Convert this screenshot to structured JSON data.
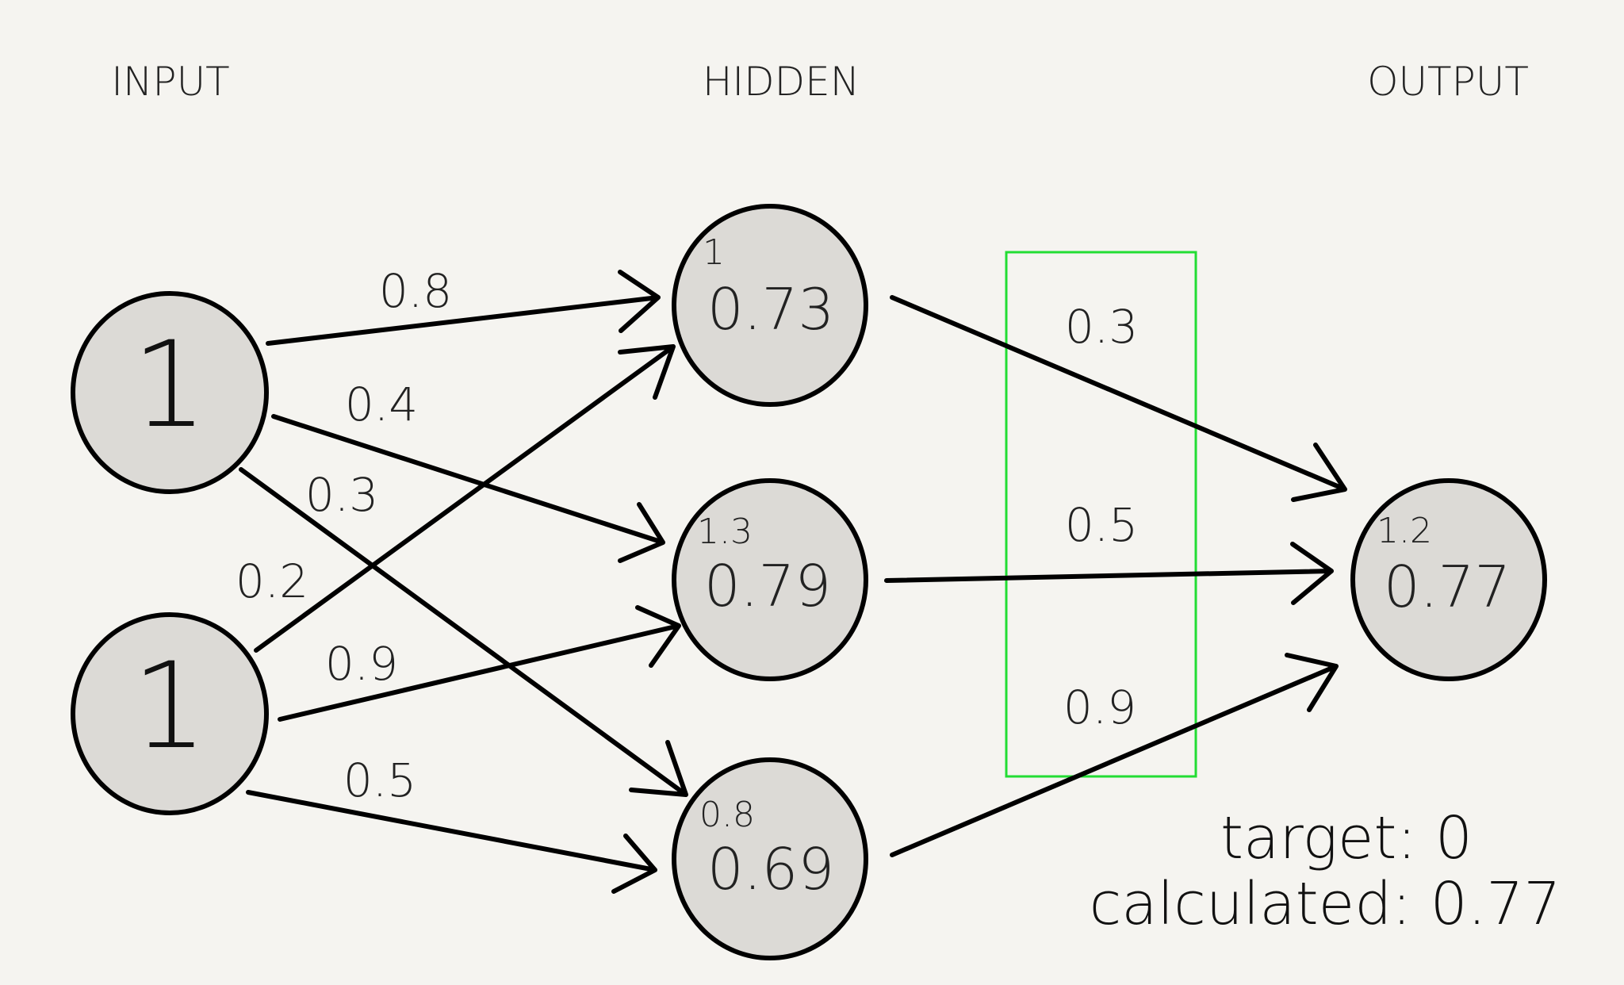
{
  "layers": {
    "input": "INPUT",
    "hidden": "HIDDEN",
    "output": "OUTPUT"
  },
  "inputs": [
    {
      "value": "1"
    },
    {
      "value": "1"
    }
  ],
  "hidden": [
    {
      "sum": "1",
      "activation": "0.73"
    },
    {
      "sum": "1.3",
      "activation": "0.79"
    },
    {
      "sum": "0.8",
      "activation": "0.69"
    }
  ],
  "output": {
    "sum": "1.2",
    "activation": "0.77"
  },
  "weights_input_hidden": {
    "i1_h1": "0.8",
    "i1_h2": "0.4",
    "i1_h3": "0.3",
    "i2_h1": "0.2",
    "i2_h2": "0.9",
    "i2_h3": "0.5"
  },
  "weights_hidden_output": {
    "h1_o": "0.3",
    "h2_o": "0.5",
    "h3_o": "0.9"
  },
  "result": {
    "target": "target: 0",
    "calculated": "calculated: 0.77"
  },
  "colors": {
    "background": "#f5f4f0",
    "node_fill": "#dcdad6",
    "highlight": "#22dd33"
  }
}
